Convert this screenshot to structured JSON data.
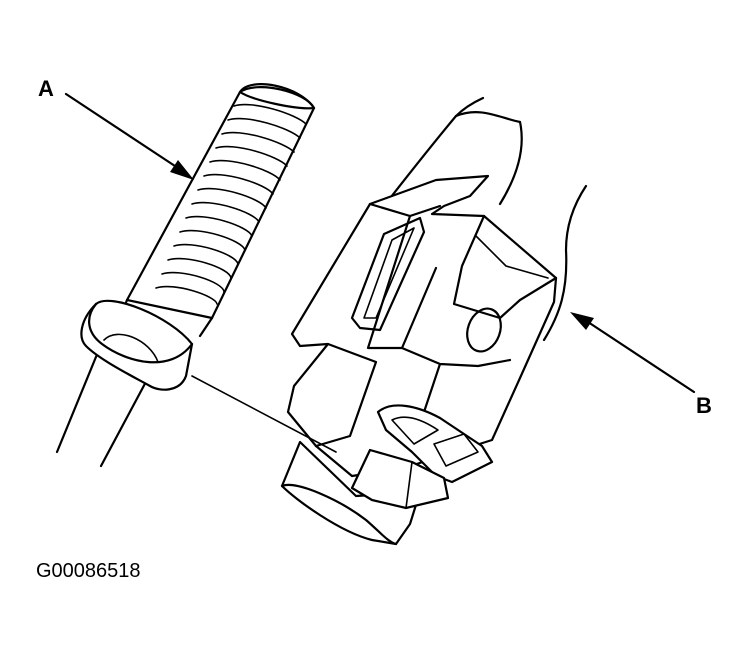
{
  "callouts": {
    "a": "A",
    "b": "B"
  },
  "figure_id": "G00086518",
  "parts": {
    "a": "threaded-stud-with-collar",
    "b": "electrical-connector-with-locking-tab"
  }
}
